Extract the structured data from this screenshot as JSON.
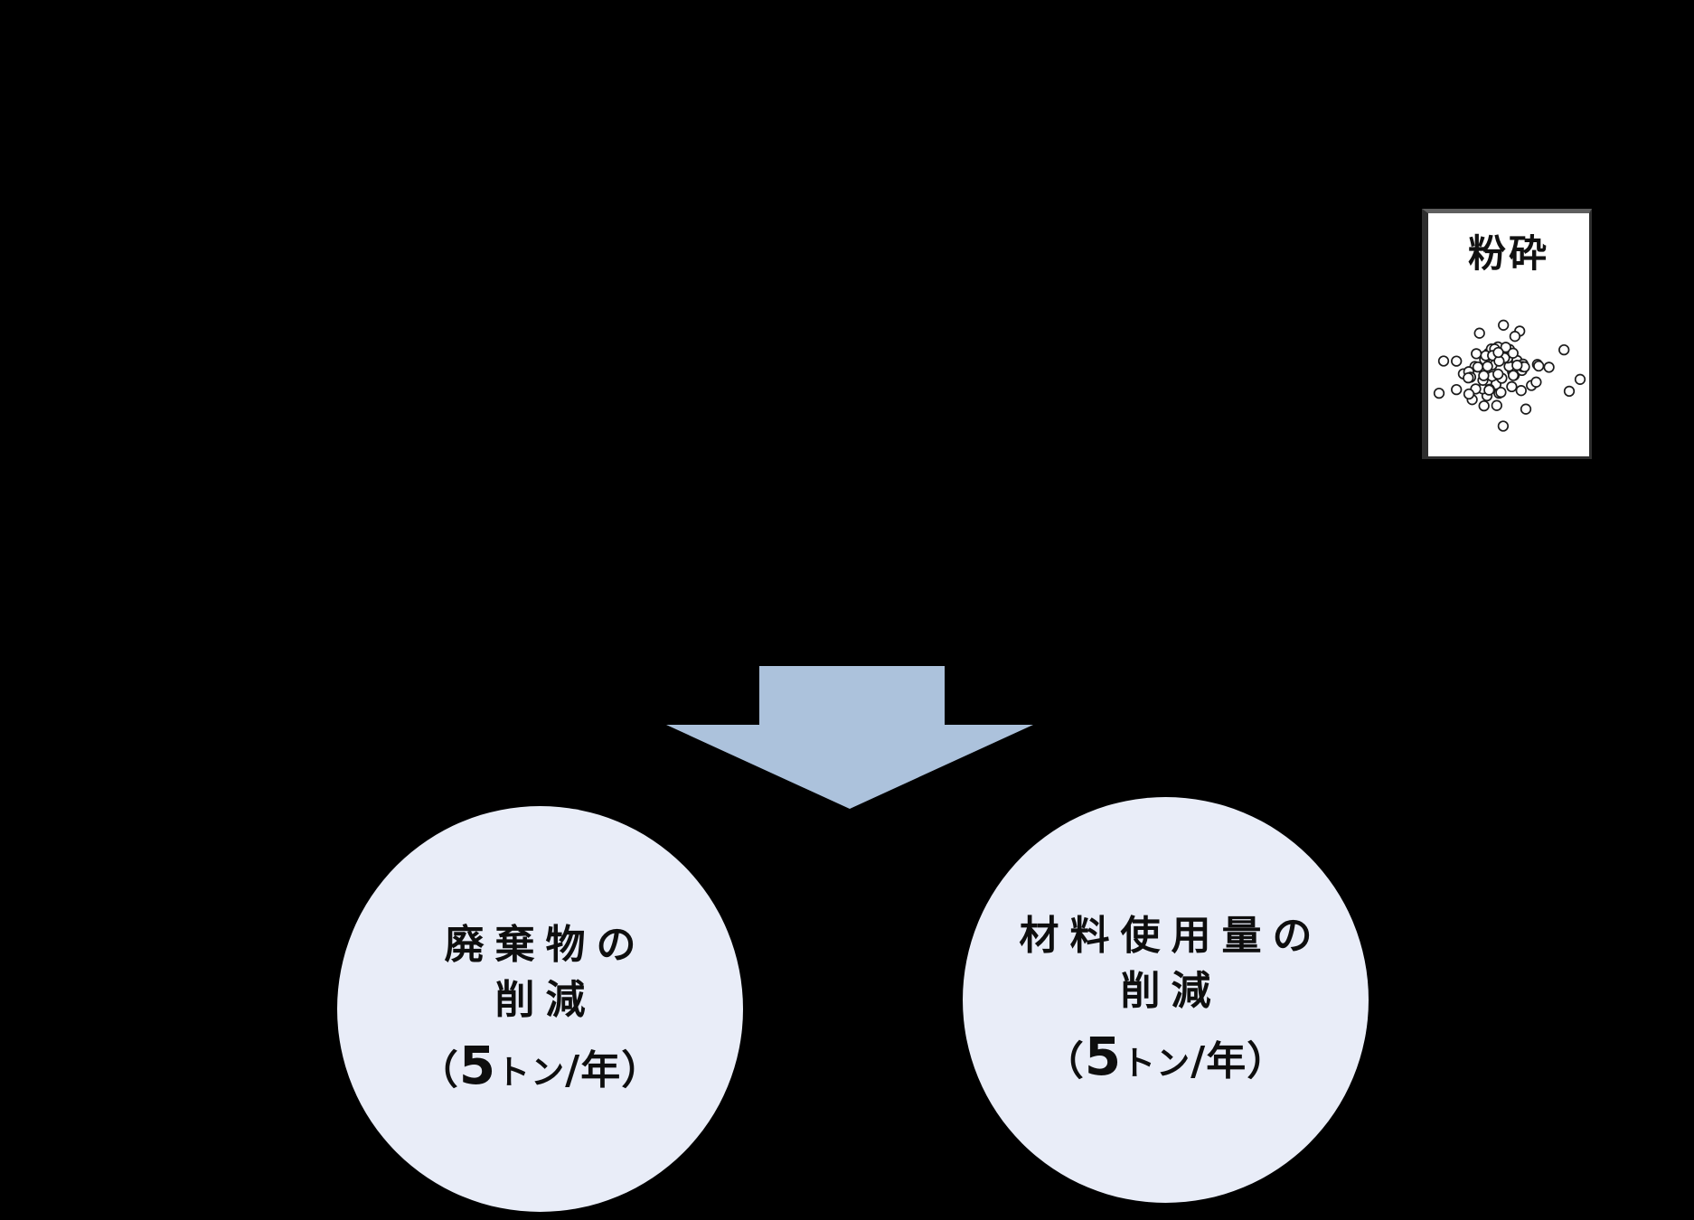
{
  "diagram": {
    "type": "process-result-diagram",
    "colors": {
      "background": "#000000",
      "box_fill": "#ffffff",
      "box_border": "#2e2e2e",
      "arrow_fill": "#acc2dc",
      "circle_fill": "#e9edf8",
      "text": "#0e0e0e"
    }
  },
  "crush_box": {
    "label": "粉砕",
    "particles": {
      "icon": "particle-scatter",
      "count": 72,
      "seed": 7
    }
  },
  "arrow": {
    "icon": "down-arrow",
    "direction": "down"
  },
  "circles": [
    {
      "name": "waste-reduction",
      "line1": "廃棄物の",
      "line2": "削減",
      "line3": {
        "open": "（",
        "value": "5",
        "unit": "トン",
        "per": "/年",
        "close": "）"
      }
    },
    {
      "name": "material-usage-reduction",
      "line1": "材料使用量の",
      "line2": "削減",
      "line3": {
        "open": "（",
        "value": "5",
        "unit": "トン",
        "per": "/年",
        "close": "）"
      }
    }
  ]
}
